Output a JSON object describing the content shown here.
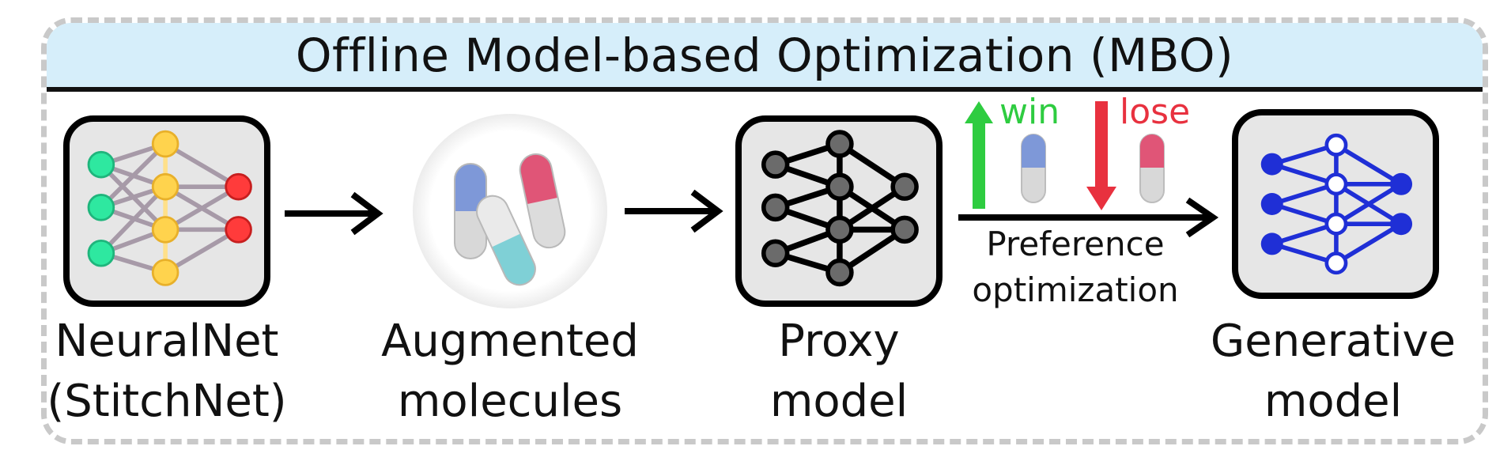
{
  "title": "Offline Model-based Optimization (MBO)",
  "stages": [
    {
      "line1": "NeuralNet",
      "line2": "(StitchNet)"
    },
    {
      "line1": "Augmented",
      "line2": "molecules"
    },
    {
      "line1": "Proxy",
      "line2": "model"
    },
    {
      "line1": "Generative",
      "line2": "model"
    }
  ],
  "preference": {
    "win_label": "win",
    "lose_label": "lose",
    "line1": "Preference",
    "line2": "optimization"
  },
  "colors": {
    "title_band": "#d6eefa",
    "win": "#2ecc40",
    "lose": "#e8313f",
    "generative_nodes": "#1f2fd6",
    "proxy_nodes": "#6b6b6b",
    "input_nodes": "#2ee8a0",
    "hidden_nodes": "#ffd34d",
    "output_nodes": "#ff3b3b",
    "capsule_blue": "#7e98d8",
    "capsule_teal": "#7fd0d6",
    "capsule_pink": "#e05577",
    "capsule_gray": "#d8d8d8"
  },
  "icons": [
    "neural-network-icon",
    "capsule-pills-icon",
    "proxy-network-icon",
    "generative-network-icon",
    "win-arrow-icon",
    "lose-arrow-icon"
  ]
}
